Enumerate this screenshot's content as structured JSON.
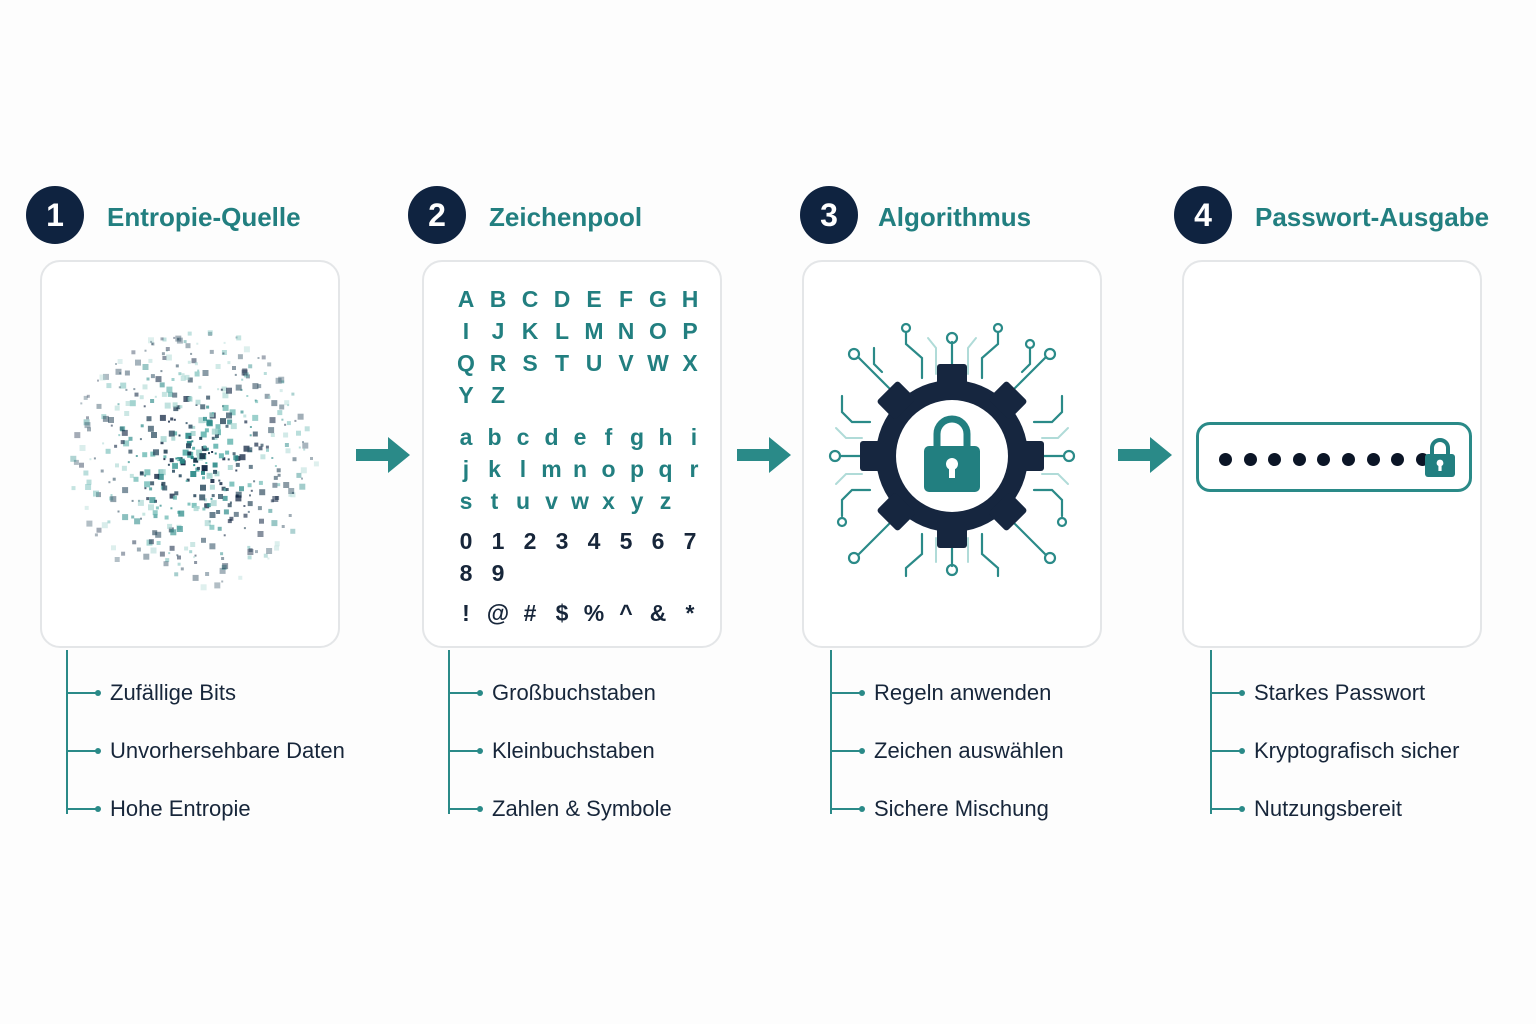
{
  "steps": [
    {
      "number": "1",
      "title": "Entropie-Quelle",
      "visual_icon": "noise-cloud-icon",
      "features": [
        "Zufällige Bits",
        "Unvorhersehbare Daten",
        "Hohe Entropie"
      ]
    },
    {
      "number": "2",
      "title": "Zeichenpool",
      "visual_icon": "character-pool",
      "charsets": [
        {
          "style": "teal",
          "chars": [
            "A",
            "B",
            "C",
            "D",
            "E",
            "F",
            "G",
            "H",
            "I",
            "J",
            "K",
            "L",
            "M",
            "N",
            "O",
            "P",
            "Q",
            "R",
            "S",
            "T",
            "U",
            "V",
            "W",
            "X",
            "Y",
            "Z"
          ]
        },
        {
          "style": "teal",
          "chars": [
            "a",
            "b",
            "c",
            "d",
            "e",
            "f",
            "g",
            "h",
            "i",
            "j",
            "k",
            "l",
            "m",
            "n",
            "o",
            "p",
            "q",
            "r",
            "s",
            "t",
            "u",
            "v",
            "w",
            "x",
            "y",
            "z"
          ]
        },
        {
          "style": "dark",
          "chars": [
            "0",
            "1",
            "2",
            "3",
            "4",
            "5",
            "6",
            "7",
            "8",
            "9"
          ]
        },
        {
          "style": "dark",
          "chars": [
            "!",
            "@",
            "#",
            "$",
            "%",
            "^",
            "&",
            "*"
          ]
        }
      ],
      "features": [
        "Großbuchstaben",
        "Kleinbuchstaben",
        "Zahlen & Symbole"
      ]
    },
    {
      "number": "3",
      "title": "Algorithmus",
      "visual_icon": "gear-lock-circuit-icon",
      "features": [
        "Regeln anwenden",
        "Zeichen auswählen",
        "Sichere Mischung"
      ]
    },
    {
      "number": "4",
      "title": "Passwort-Ausgabe",
      "visual_icon": "password-field-lock-icon",
      "password_dots": 9,
      "features": [
        "Starkes Passwort",
        "Kryptografisch sicher",
        "Nutzungsbereit"
      ]
    }
  ],
  "arrows": [
    "arrow-right-icon",
    "arrow-right-icon",
    "arrow-right-icon"
  ],
  "colors": {
    "navy": "#0f2340",
    "teal": "#227f80",
    "teal_light": "#2a8a88",
    "text": "#17263a",
    "card_border": "#e4e6e8"
  }
}
